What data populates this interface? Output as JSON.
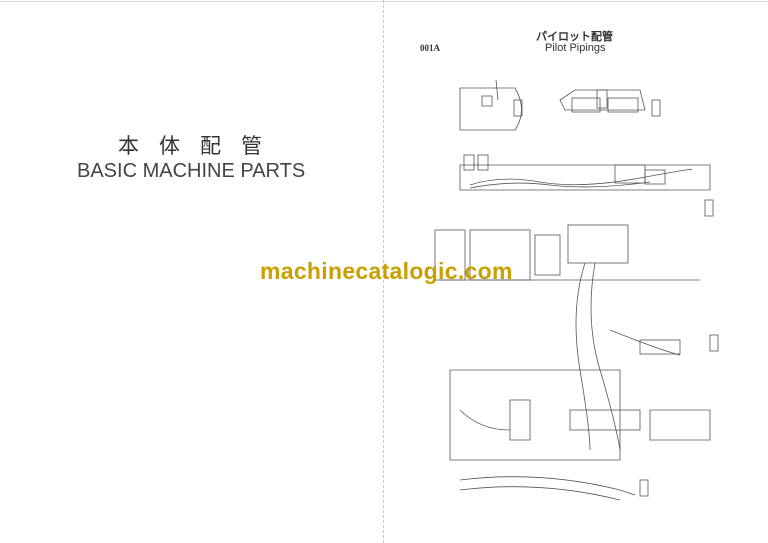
{
  "left_page": {
    "title_jp": "本体配管",
    "title_en": "BASIC MACHINE PARTS"
  },
  "right_page": {
    "code": "001A",
    "title_jp": "パイロット配管",
    "title_en": "Pilot  Pipings"
  },
  "watermark": {
    "text": "machinecatalogic.com",
    "color": "#c9a000"
  }
}
